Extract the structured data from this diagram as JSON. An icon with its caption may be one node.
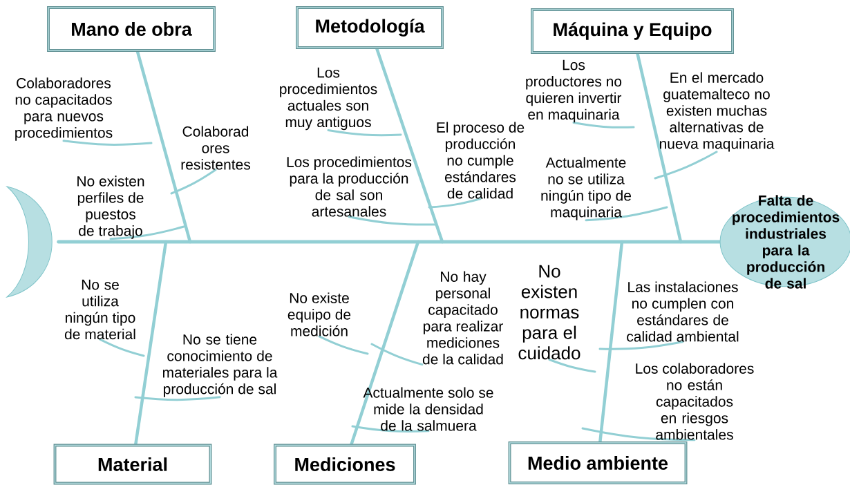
{
  "diagram": {
    "nodes": [
      {
        "text": [],
        "shape": "crescent"
      },
      {
        "text": [
          "Falta de procedimientos industriales para la producción de sal"
        ]
      },
      {
        "text": [
          "Mano de obra"
        ]
      },
      {
        "text": [
          "Colaboradores no capacitados para nuevos procedimientos"
        ]
      },
      {
        "text": [
          "Colaborad ores resistentes"
        ]
      },
      {
        "text": [
          "No existen perfiles de puestos de trabajo"
        ]
      },
      {
        "text": [
          "Metodología"
        ]
      },
      {
        "text": [
          "Los procedimientos actuales son muy antiguos"
        ]
      },
      {
        "text": [
          "El proceso de producción no cumple estándares de calidad"
        ]
      },
      {
        "text": [
          "Los procedimientos para la producción de sal son artesanales"
        ]
      },
      {
        "text": [
          "Máquina y Equipo"
        ]
      },
      {
        "text": [
          "Los productores no quieren invertir en maquinaria"
        ]
      },
      {
        "text": [
          "En el mercado guatemalteco no existen muchas alternativas de nueva maquinaria"
        ]
      },
      {
        "text": [
          "Actualmente no se utiliza ningún tipo de maquinaria"
        ]
      },
      {
        "text": [
          "Material"
        ]
      },
      {
        "text": [
          "No se utiliza ningún tipo de material"
        ]
      },
      {
        "text": [
          "No se tiene conocimiento de materiales para la producción de sal"
        ]
      },
      {
        "text": [
          "Mediciones"
        ]
      },
      {
        "text": [
          "No existe equipo de medición"
        ]
      },
      {
        "text": [
          "No hay personal capacitado para realizar mediciones de la calidad"
        ]
      },
      {
        "text": [
          "Actualmente solo se mide la densidad de la salmuera"
        ]
      },
      {
        "text": [
          "Medio ambiente"
        ]
      },
      {
        "text": [
          "No existen normas para el cuidado"
        ]
      },
      {
        "text": [
          "Las instalaciones no cumplen con estándares de calidad ambiental"
        ]
      },
      {
        "text": [
          "Los colaboradores no están capacitados en riesgos ambientales"
        ]
      }
    ],
    "edges": [
      {
        "from": 0,
        "to": 1,
        "arrow": "none"
      },
      {
        "from": 2,
        "to": null,
        "arrow": "none"
      },
      {
        "from": 6,
        "to": null,
        "arrow": "none"
      },
      {
        "from": 10,
        "to": null,
        "arrow": "none"
      },
      {
        "from": 14,
        "to": null,
        "arrow": "none"
      },
      {
        "from": 17,
        "to": null,
        "arrow": "none"
      },
      {
        "from": 21,
        "to": null,
        "arrow": "none"
      },
      {
        "from": 3,
        "to": null,
        "arrow": "none"
      },
      {
        "from": 4,
        "to": null,
        "arrow": "none"
      },
      {
        "from": 5,
        "to": null,
        "arrow": "none"
      },
      {
        "from": 7,
        "to": null,
        "arrow": "none"
      },
      {
        "from": 8,
        "to": null,
        "arrow": "none"
      },
      {
        "from": 9,
        "to": null,
        "arrow": "none"
      },
      {
        "from": 11,
        "to": null,
        "arrow": "none"
      },
      {
        "from": 12,
        "to": null,
        "arrow": "none"
      },
      {
        "from": 13,
        "to": null,
        "arrow": "none"
      },
      {
        "from": 15,
        "to": null,
        "arrow": "none"
      },
      {
        "from": 16,
        "to": null,
        "arrow": "none"
      },
      {
        "from": 18,
        "to": null,
        "arrow": "none"
      },
      {
        "from": 19,
        "to": null,
        "arrow": "none"
      },
      {
        "from": 20,
        "to": null,
        "arrow": "none"
      },
      {
        "from": 22,
        "to": null,
        "arrow": "none"
      },
      {
        "from": 23,
        "to": null,
        "arrow": "none"
      },
      {
        "from": 24,
        "to": null,
        "arrow": "none"
      }
    ]
  }
}
